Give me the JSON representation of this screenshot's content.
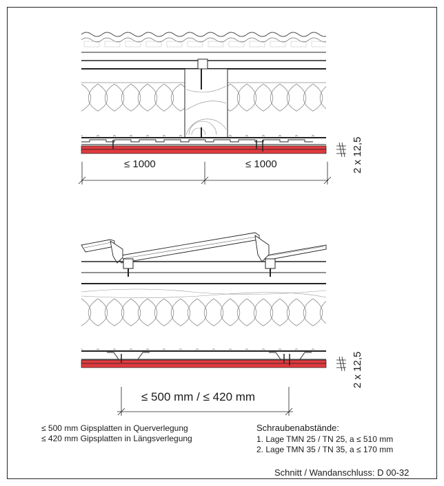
{
  "top_section": {
    "dim_left": "≤ 1000",
    "dim_right": "≤ 1000",
    "board_label": "2 x 12,5"
  },
  "bottom_section": {
    "board_label": "2 x 12,5",
    "spacing_label": "≤ 500 mm / ≤ 420 mm"
  },
  "notes": {
    "line1": "≤ 500 mm Gipsplatten in Querverlegung",
    "line2": "≤ 420 mm Gipsplatten in Längsverlegung"
  },
  "screws": {
    "title": "Schraubenabstände:",
    "line1": "1. Lage TMN 25 / TN 25, a ≤ 510 mm",
    "line2": "2. Lage TMN 35 / TN 35, a ≤ 170 mm"
  },
  "caption": "Schnitt / Wandanschluss: D 00-32",
  "colors": {
    "board": "#e03a3e",
    "line": "#222222",
    "insulation": "#8a8a8a"
  }
}
